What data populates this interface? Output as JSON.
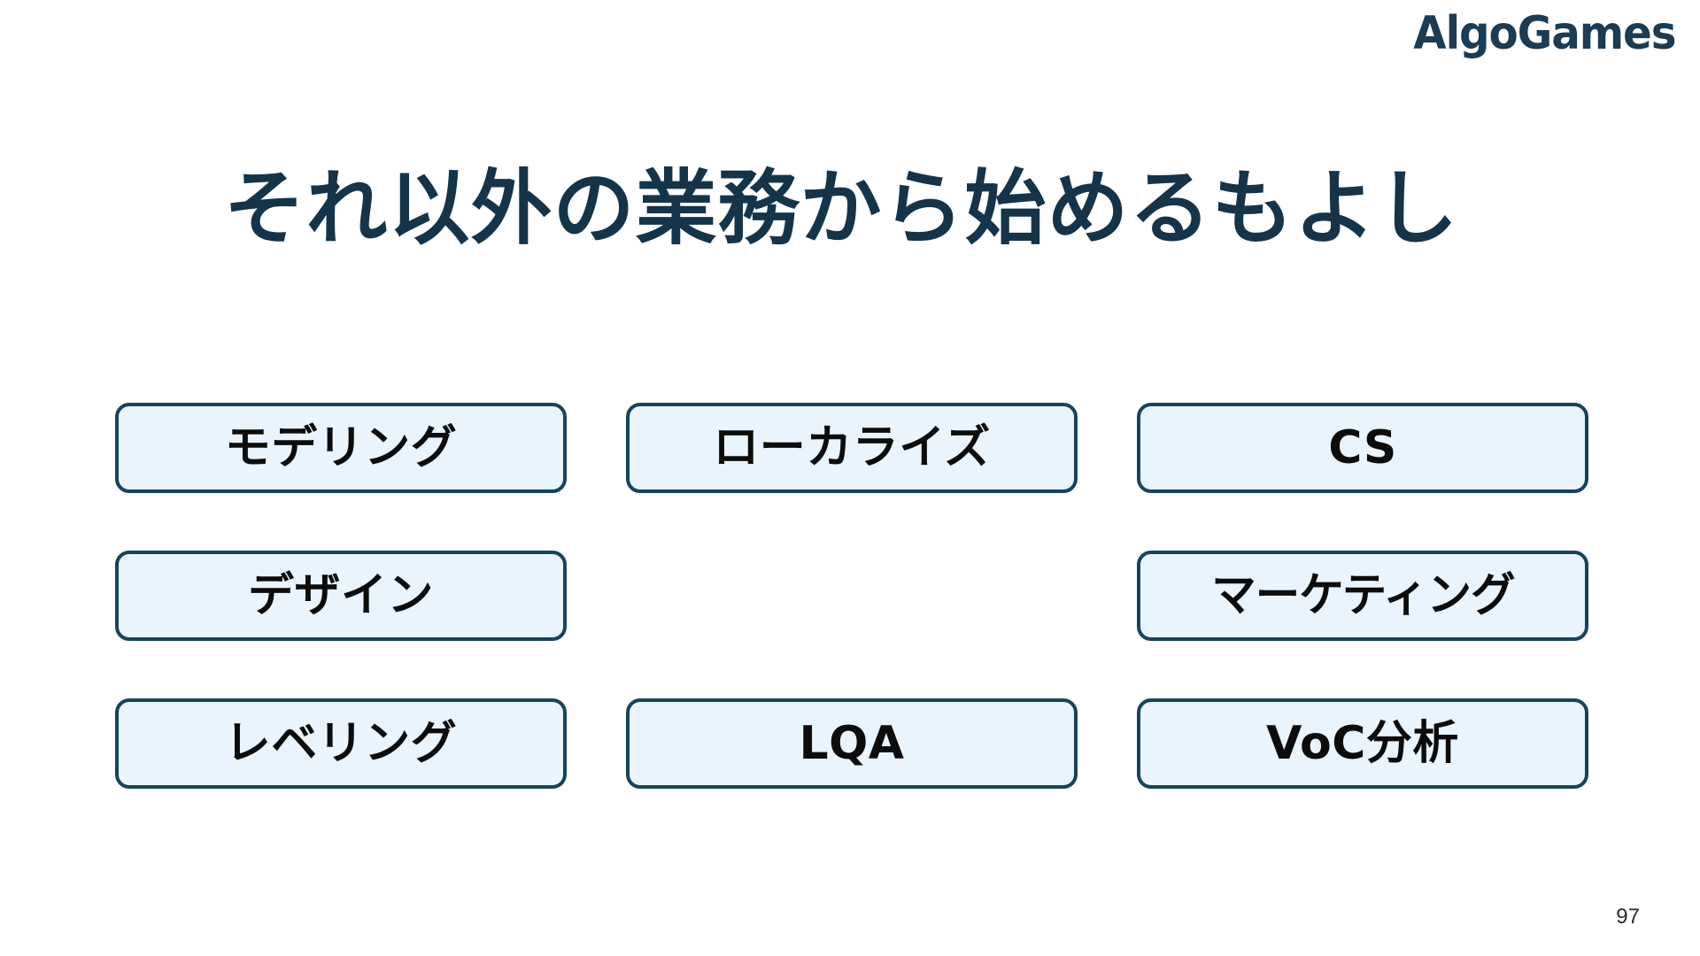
{
  "brand": {
    "logo_text": "AlgoGames",
    "logo_color": "#1b3c54"
  },
  "slide": {
    "title": "それ以外の業務から始めるもよし",
    "title_color": "#15344a",
    "background_color": "#ffffff",
    "page_number": "97"
  },
  "theme": {
    "box_fill": "#e9f4fd",
    "box_border": "#174459",
    "box_text": "#0c0c0c"
  },
  "grid": {
    "columns": 3,
    "rows": 3,
    "cells": [
      {
        "label": "モデリング",
        "empty": false
      },
      {
        "label": "ローカライズ",
        "empty": false
      },
      {
        "label": "CS",
        "empty": false
      },
      {
        "label": "デザイン",
        "empty": false
      },
      {
        "label": "",
        "empty": true
      },
      {
        "label": "マーケティング",
        "empty": false
      },
      {
        "label": "レベリング",
        "empty": false
      },
      {
        "label": "LQA",
        "empty": false
      },
      {
        "label": "VoC分析",
        "empty": false
      }
    ]
  }
}
